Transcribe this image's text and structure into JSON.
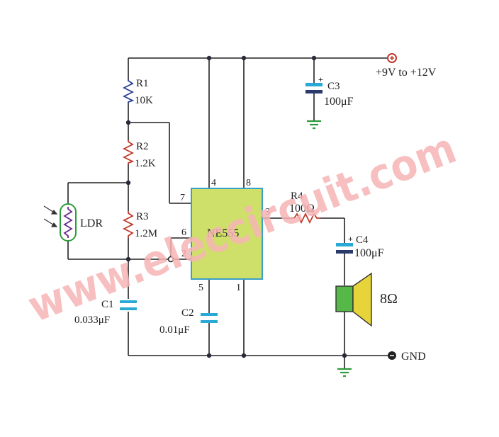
{
  "power": {
    "supply_label": "+9V to +12V",
    "ground_label": "GND"
  },
  "ic": {
    "name": "NE555",
    "pins": {
      "p1": "1",
      "p2": "2",
      "p3": "3",
      "p4": "4",
      "p5": "5",
      "p6": "6",
      "p7": "7",
      "p8": "8"
    }
  },
  "components": {
    "r1": {
      "ref": "R1",
      "value": "10K"
    },
    "r2": {
      "ref": "R2",
      "value": "1.2K"
    },
    "r3": {
      "ref": "R3",
      "value": "1.2M"
    },
    "r4": {
      "ref": "R4",
      "value": "100Ω"
    },
    "c1": {
      "ref": "C1",
      "value": "0.033μF"
    },
    "c2": {
      "ref": "C2",
      "value": "0.01μF"
    },
    "c3": {
      "ref": "C3",
      "value": "100μF",
      "polarity": "+"
    },
    "c4": {
      "ref": "C4",
      "value": "100μF",
      "polarity": "+"
    },
    "ldr": {
      "ref": "LDR"
    },
    "speaker": {
      "value": "8Ω"
    }
  },
  "watermark": "www.eleccircuit.com",
  "colors": {
    "wire": "#222222",
    "resistor_blue": "#2b3f8f",
    "resistor_red": "#c0392b",
    "capacitor": "#2aa8d6",
    "ic_fill": "#cfe06a",
    "ic_border": "#3aa0c8",
    "ground": "#2e9a3a",
    "speaker_green": "#55b848",
    "speaker_yellow": "#e6d43a",
    "watermark": "#f6b4b4"
  }
}
